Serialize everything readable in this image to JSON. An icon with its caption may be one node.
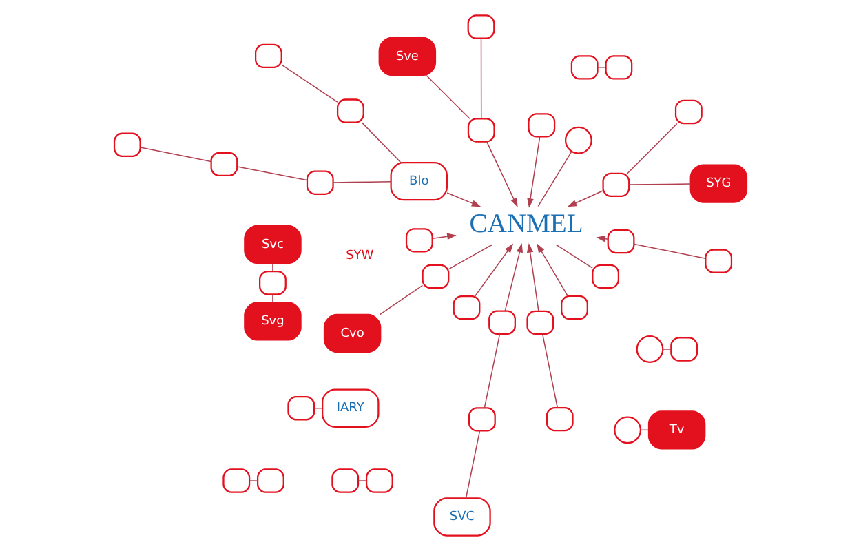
{
  "diagram": {
    "nodes": [
      {
        "text": [
          "CANMEL"
        ]
      },
      {
        "text": [
          "SYG"
        ]
      },
      {
        "text": [],
        "shape": "box"
      },
      {
        "text": [],
        "shape": "box"
      },
      {
        "text": [],
        "shape": "box"
      },
      {
        "text": [],
        "shape": "circle"
      },
      {
        "text": [
          "Svg"
        ]
      },
      {
        "text": [],
        "shape": "box"
      },
      {
        "text": [
          "Svc"
        ]
      },
      {
        "text": [],
        "shape": "circle"
      },
      {
        "text": [],
        "shape": "box"
      },
      {
        "text": [],
        "shape": "box"
      },
      {
        "text": [],
        "shape": "box"
      },
      {
        "text": [
          "Sve"
        ]
      },
      {
        "text": [
          "IARY"
        ]
      },
      {
        "text": [],
        "shape": "box"
      },
      {
        "text": [],
        "shape": "box"
      },
      {
        "text": [],
        "shape": "box"
      },
      {
        "text": [
          "Blo"
        ]
      },
      {
        "text": [],
        "shape": "box"
      },
      {
        "text": [],
        "shape": "box"
      },
      {
        "text": [],
        "shape": "box"
      },
      {
        "text": [],
        "shape": "box"
      },
      {
        "text": [],
        "shape": "box"
      },
      {
        "text": [],
        "shape": "box"
      },
      {
        "text": [],
        "shape": "box"
      },
      {
        "text": [],
        "shape": "box"
      },
      {
        "text": [],
        "shape": "box"
      },
      {
        "text": [
          "Cvo"
        ]
      },
      {
        "text": [],
        "shape": "box"
      },
      {
        "text": [
          "Tv"
        ]
      },
      {
        "text": [],
        "shape": "circle"
      },
      {
        "text": [],
        "shape": "box"
      },
      {
        "text": [
          "SVC"
        ]
      },
      {
        "text": [],
        "shape": "box"
      },
      {
        "text": [],
        "shape": "box"
      },
      {
        "text": [],
        "shape": "box"
      },
      {
        "text": [],
        "shape": "box"
      },
      {
        "text": [],
        "shape": "box"
      },
      {
        "text": [],
        "shape": "box"
      },
      {
        "text": [],
        "shape": "box"
      },
      {
        "text": [],
        "shape": "box"
      },
      {
        "text": [],
        "shape": "box"
      }
    ],
    "edges": [
      {
        "from": 1,
        "to": 2,
        "arrow": "none"
      },
      {
        "from": 3,
        "to": 2,
        "arrow": "none"
      },
      {
        "from": 2,
        "to": 0,
        "arrow": "to"
      },
      {
        "from": 4,
        "to": 5,
        "arrow": "none"
      },
      {
        "from": 6,
        "to": 7,
        "arrow": "none"
      },
      {
        "from": 7,
        "to": 8,
        "arrow": "none"
      },
      {
        "from": 9,
        "to": 0,
        "arrow": "none"
      },
      {
        "from": 10,
        "to": 0,
        "arrow": "to"
      },
      {
        "from": 12,
        "to": 11,
        "arrow": "none"
      },
      {
        "from": 13,
        "to": 11,
        "arrow": "none"
      },
      {
        "from": 11,
        "to": 0,
        "arrow": "to"
      },
      {
        "from": 14,
        "to": 15,
        "arrow": "none"
      },
      {
        "from": 16,
        "to": 17,
        "arrow": "none"
      },
      {
        "from": 18,
        "to": 0,
        "arrow": "to"
      },
      {
        "from": 19,
        "to": 18,
        "arrow": "none"
      },
      {
        "from": 19,
        "to": 20,
        "arrow": "none"
      },
      {
        "from": 21,
        "to": 18,
        "arrow": "none"
      },
      {
        "from": 21,
        "to": 22,
        "arrow": "none"
      },
      {
        "from": 22,
        "to": 23,
        "arrow": "none"
      },
      {
        "from": 24,
        "to": 25,
        "arrow": "none"
      },
      {
        "from": 26,
        "to": 0,
        "arrow": "to"
      },
      {
        "from": 27,
        "to": 0,
        "arrow": "none"
      },
      {
        "from": 27,
        "to": 28,
        "arrow": "none"
      },
      {
        "from": 29,
        "to": 0,
        "arrow": "to"
      },
      {
        "from": 30,
        "to": 31,
        "arrow": "none"
      },
      {
        "from": 32,
        "to": 0,
        "arrow": "to"
      },
      {
        "from": 34,
        "to": 32,
        "arrow": "none"
      },
      {
        "from": 33,
        "to": 34,
        "arrow": "none"
      },
      {
        "from": 36,
        "to": 35,
        "arrow": "none"
      },
      {
        "from": 35,
        "to": 0,
        "arrow": "to"
      },
      {
        "from": 37,
        "to": 0,
        "arrow": "to"
      },
      {
        "from": 38,
        "to": 0,
        "arrow": "none"
      },
      {
        "from": 40,
        "to": 39,
        "arrow": "none"
      },
      {
        "from": 41,
        "to": 42,
        "arrow": "none"
      },
      {
        "from": 42,
        "to": 0,
        "arrow": "to"
      }
    ],
    "labels": [
      "SYW"
    ]
  }
}
